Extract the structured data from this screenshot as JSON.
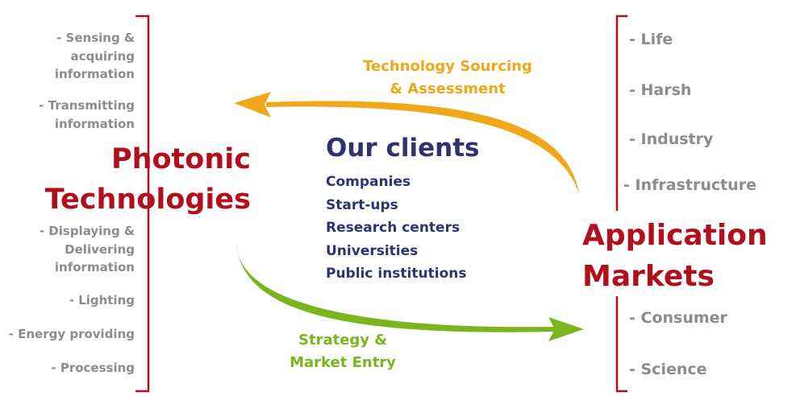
{
  "left": {
    "title_line1": "Photonic",
    "title_line2": "Technologies",
    "items": [
      "- Sensing &",
      "acquiring",
      "information",
      "- Transmitting",
      "information",
      "- Displaying &",
      "Delivering",
      "information",
      "- Lighting",
      "- Energy providing",
      "- Processing"
    ]
  },
  "right": {
    "title_line1": "Application",
    "title_line2": "Markets",
    "items": [
      "- Life",
      "- Harsh",
      "- Industry",
      "- Infrastructure",
      "- Consumer",
      "- Science"
    ]
  },
  "center": {
    "title": "Our clients",
    "items": [
      "Companies",
      "Start-ups",
      "Research centers",
      "Universities",
      "Public institutions"
    ]
  },
  "flows": {
    "top_line1": "Technology Sourcing",
    "top_line2": "& Assessment",
    "bottom_line1": "Strategy &",
    "bottom_line2": "Market Entry"
  },
  "colors": {
    "red": "#b20f1d",
    "navy": "#2f3270",
    "gray": "#8c8c8c",
    "orange": "#f0a81a",
    "green": "#7ab51d"
  }
}
